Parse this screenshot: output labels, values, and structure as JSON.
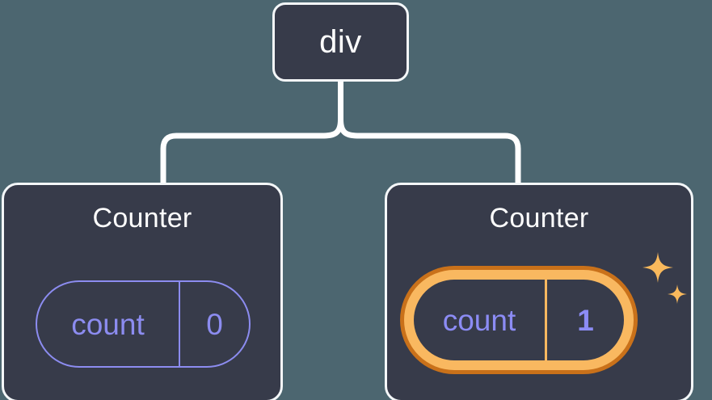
{
  "diagram": {
    "title": "React component tree with highlighted state update",
    "background_color": "#4c6670",
    "node_fill": "#373b4a",
    "node_border": "#f4f7f9",
    "connector_color": "#ffffff",
    "state_color": "#8c8cf0",
    "highlight_outer_color": "#c9711a",
    "highlight_inner_color": "#f9b860",
    "sparkle_color": "#f9b95c"
  },
  "root": {
    "label": "div"
  },
  "children": [
    {
      "title": "Counter",
      "state": {
        "key": "count",
        "value": "0"
      },
      "highlighted": false,
      "sparkles": false
    },
    {
      "title": "Counter",
      "state": {
        "key": "count",
        "value": "1"
      },
      "highlighted": true,
      "sparkles": true
    }
  ],
  "icons": {
    "sparkle_large": "sparkle-icon",
    "sparkle_small": "sparkle-icon"
  }
}
